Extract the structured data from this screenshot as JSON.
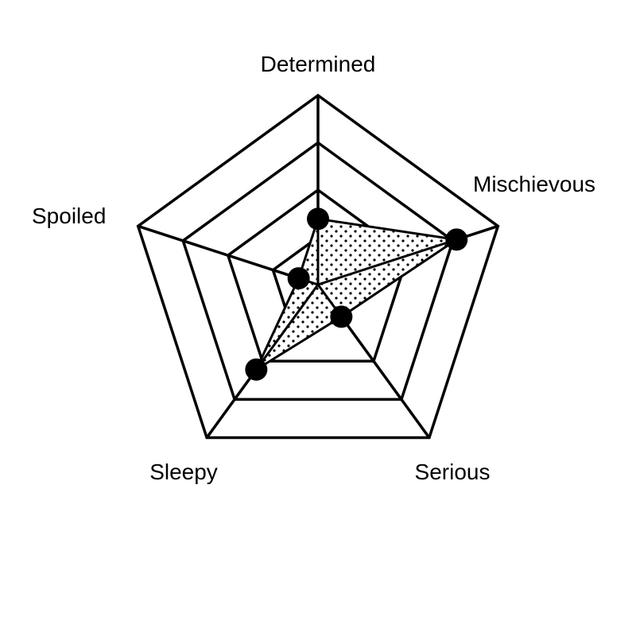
{
  "chart_data": {
    "type": "radar",
    "title": "",
    "axes": [
      "Determined",
      "Mischievous",
      "Serious",
      "Sleepy",
      "Spoiled"
    ],
    "range": [
      0,
      4
    ],
    "rings": 4,
    "grid": true,
    "legend": "none",
    "series": [
      {
        "values": [
          1.39,
          3.08,
          0.84,
          2.22,
          0.43
        ]
      }
    ],
    "colors": {
      "stroke": "#000000",
      "background": "#ffffff",
      "marker": "#000000",
      "fill_dots": "#000000"
    },
    "fill_pattern": "dots"
  }
}
